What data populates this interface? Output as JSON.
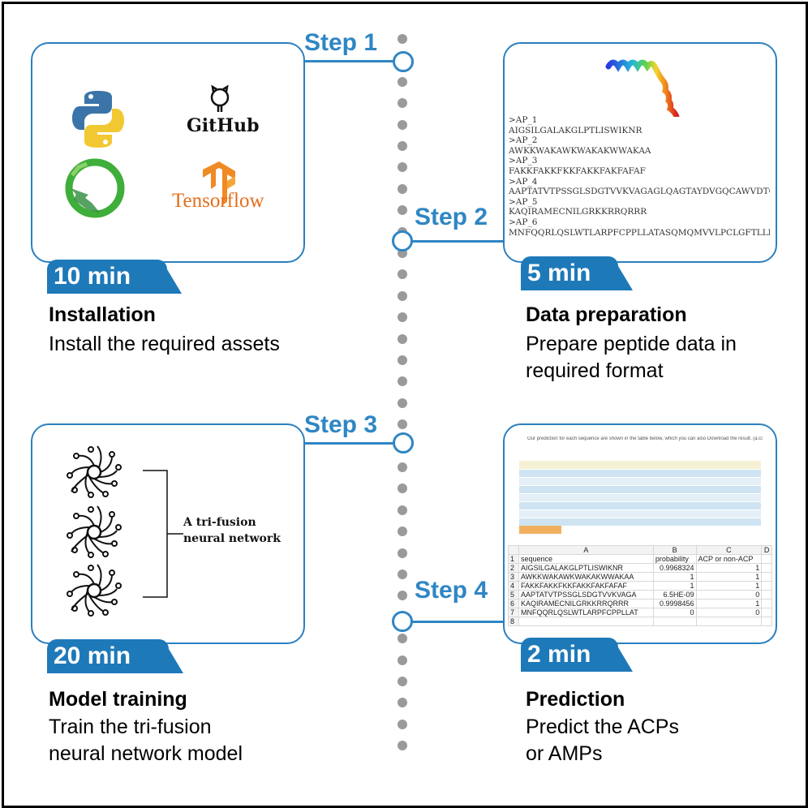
{
  "steps": [
    {
      "label": "Step 1",
      "time": "10 min",
      "title": "Installation",
      "desc": [
        "Install the required assets"
      ]
    },
    {
      "label": "Step 2",
      "time": "5 min",
      "title": "Data preparation",
      "desc": [
        "Prepare peptide data in",
        "required format"
      ]
    },
    {
      "label": "Step 3",
      "time": "20 min",
      "title": "Model training",
      "desc": [
        "Train the tri-fusion",
        "neural network model"
      ]
    },
    {
      "label": "Step 4",
      "time": "2 min",
      "title": "Prediction",
      "desc": [
        "Predict the ACPs",
        "or AMPs"
      ]
    }
  ],
  "logos": {
    "github": "GitHub",
    "tensorflow": "Tensorflow"
  },
  "network_label": [
    "A tri-fusion",
    "neural network"
  ],
  "fasta": [
    ">AP_1",
    "AIGSILGALAKGLPTLISWIKNR",
    ">AP_2",
    "AWKKWAKAWKWAKAKWWAKAA",
    ">AP_3",
    "FAKKFAKKFKKFAKKFAKFAFAF",
    ">AP_4",
    "AAPTATVTPSSGLSDGTVVKVAGAGLQAGTAYDVGQCAWVDTGVLACNF",
    ">AP_5",
    "KAQIRAMECNILGRKKRRQRRR",
    ">AP_6",
    "MNFQQRLQSLWTLARPFCPPLLATASQMQMVVLPCLGFTLLLWSQVSGA"
  ],
  "web_header": "Our prediction for each sequence are shown in the table below, which you can also Download the result. (a.csv)",
  "sheet": {
    "col_letters": [
      "",
      "A",
      "B",
      "C",
      "D"
    ],
    "rows": [
      [
        "1",
        "sequence",
        "probability",
        "ACP or non-ACP",
        ""
      ],
      [
        "2",
        "AIGSILGALAKGLPTLISWIKNR",
        "0.9968324",
        "1",
        ""
      ],
      [
        "3",
        "AWKKWAKAWKWAKAKWWAKAA",
        "1",
        "1",
        ""
      ],
      [
        "4",
        "FAKKFAKKFKKFAKKFAKFAFAF",
        "1",
        "1",
        ""
      ],
      [
        "5",
        "AAPTATVTPSSGLSDGTVVKVAGA",
        "6.5HE-09",
        "0",
        ""
      ],
      [
        "6",
        "KAQIRAMECNILGRKKRRQRRR",
        "0.9998456",
        "1",
        ""
      ],
      [
        "7",
        "MNFQQRLQSLWTLARPFCPPLLAT",
        "0",
        "0",
        ""
      ],
      [
        "8",
        "",
        "",
        "",
        ""
      ]
    ]
  },
  "colors": {
    "accent": "#2f86c4",
    "tab": "#1e79b9",
    "dots": "#9a9a9a"
  }
}
